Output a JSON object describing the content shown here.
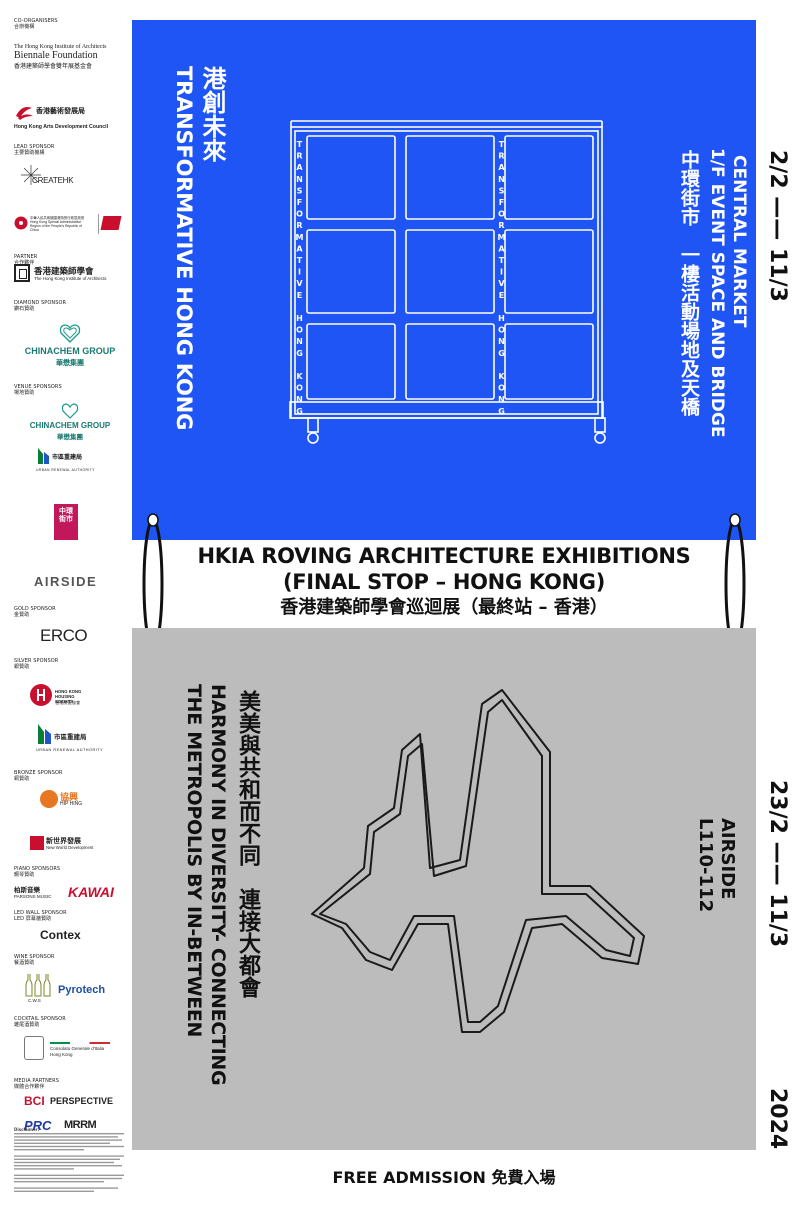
{
  "sponsors": {
    "co_organisers": {
      "en": "CO-ORGANISERS",
      "zh": "合辦機構"
    },
    "hkia": "The Hong Kong Institute of Architects",
    "biennale": "Biennale Foundation",
    "biennale_zh": "香港建築師學會雙年展基金會",
    "hkadc_zh": "香港藝術發展局",
    "hkadc_en": "Hong Kong Arts Development Council",
    "lead_sponsor": {
      "en": "LEAD SPONSOR",
      "zh": "主要贊助機構"
    },
    "createhk": "CREATEHK",
    "govt": "中華人民共和國香港特別行政區政府 Hong Kong Special Administrative Region of the People's Republic of China",
    "partner": {
      "en": "PARTNER",
      "zh": "合作夥伴"
    },
    "hkia_full_zh": "香港建築師學會",
    "hkia_full_en": "The Hong Kong Institute of Architects",
    "diamond": {
      "en": "DIAMOND SPONSOR",
      "zh": "鑽石贊助"
    },
    "chinachem": "CHINACHEM GROUP",
    "chinachem_zh": "華懋集團",
    "venue": {
      "en": "VENUE SPONSORS",
      "zh": "場地贊助"
    },
    "ura_zh": "市區重建局",
    "ura_en": "URBAN RENEWAL AUTHORITY",
    "central_market": "中環街市",
    "airside": "AIRSIDE",
    "gold": {
      "en": "GOLD SPONSOR",
      "zh": "金贊助"
    },
    "erco": "ERCO",
    "silver": {
      "en": "SILVER SPONSOR",
      "zh": "銀贊助"
    },
    "hkhs": "HONG KONG HOUSING SOCIETY",
    "hkhs_zh": "香港房屋協會",
    "bronze": {
      "en": "BRONZE SPONSOR",
      "zh": "銅贊助"
    },
    "hiphing_zh": "協興",
    "hiphing": "HIP HING",
    "nwd_zh": "新世界發展",
    "nwd": "New World Development",
    "piano": {
      "en": "PIANO SPONSORS",
      "zh": "鋼琴贊助"
    },
    "parsons_zh": "柏斯音樂",
    "parsons": "PARSONS MUSIC",
    "kawai": "KAWAI",
    "ledwall": {
      "en": "LED WALL SPONSOR",
      "zh": "LED 屏幕牆贊助"
    },
    "contex": "Contex",
    "wine": {
      "en": "WINE SPONSOR",
      "zh": "餐酒贊助"
    },
    "cws": "C.W.S",
    "pyrotech": "Pyrotech",
    "cocktail": {
      "en": "COCKTAIL SPONSOR",
      "zh": "雞尾酒贊助"
    },
    "italy": "Consolato Generale d'Italia Hong Kong",
    "media": {
      "en": "MEDIA PARTNERS",
      "zh": "媒體合作夥伴"
    },
    "bci": "BCI",
    "perspective": "PERSPECTIVE",
    "prc": "PRC",
    "mrrm": "MRRM"
  },
  "blue": {
    "title_zh": "港創未來",
    "title_en": "TRANSFORMATIVE HONG KONG",
    "venue_en1": "CENTRAL MARKET",
    "venue_en2": "1/F EVENT SPACE AND BRIDGE",
    "venue_zh": "中環街市　一樓活動場地及天橋",
    "frame_label": "TRANSFORMATIVE HONG KONG",
    "dates": "2/2 —— 11/3"
  },
  "band": {
    "line1": "HKIA ROVING ARCHITECTURE EXHIBITIONS",
    "line2": "(FINAL STOP – HONG KONG)",
    "line3": "香港建築師學會巡迴展（最終站 – 香港）"
  },
  "grey": {
    "title_zh": "美美與共和而不同　連接大都會",
    "title_en1": "HARMONY IN DIVERSITY- CONNECTING",
    "title_en2": "THE METROPOLIS BY IN-BETWEEN",
    "venue1": "AIRSIDE",
    "venue2": "L110-112",
    "dates": "23/2 —— 11/3",
    "year": "2024"
  },
  "footer": {
    "free": "FREE ADMISSION 免費入場",
    "disclaimer_title": "Disclaimer:"
  },
  "colors": {
    "blue": "#1f55f5",
    "grey": "#bcbcbc"
  }
}
